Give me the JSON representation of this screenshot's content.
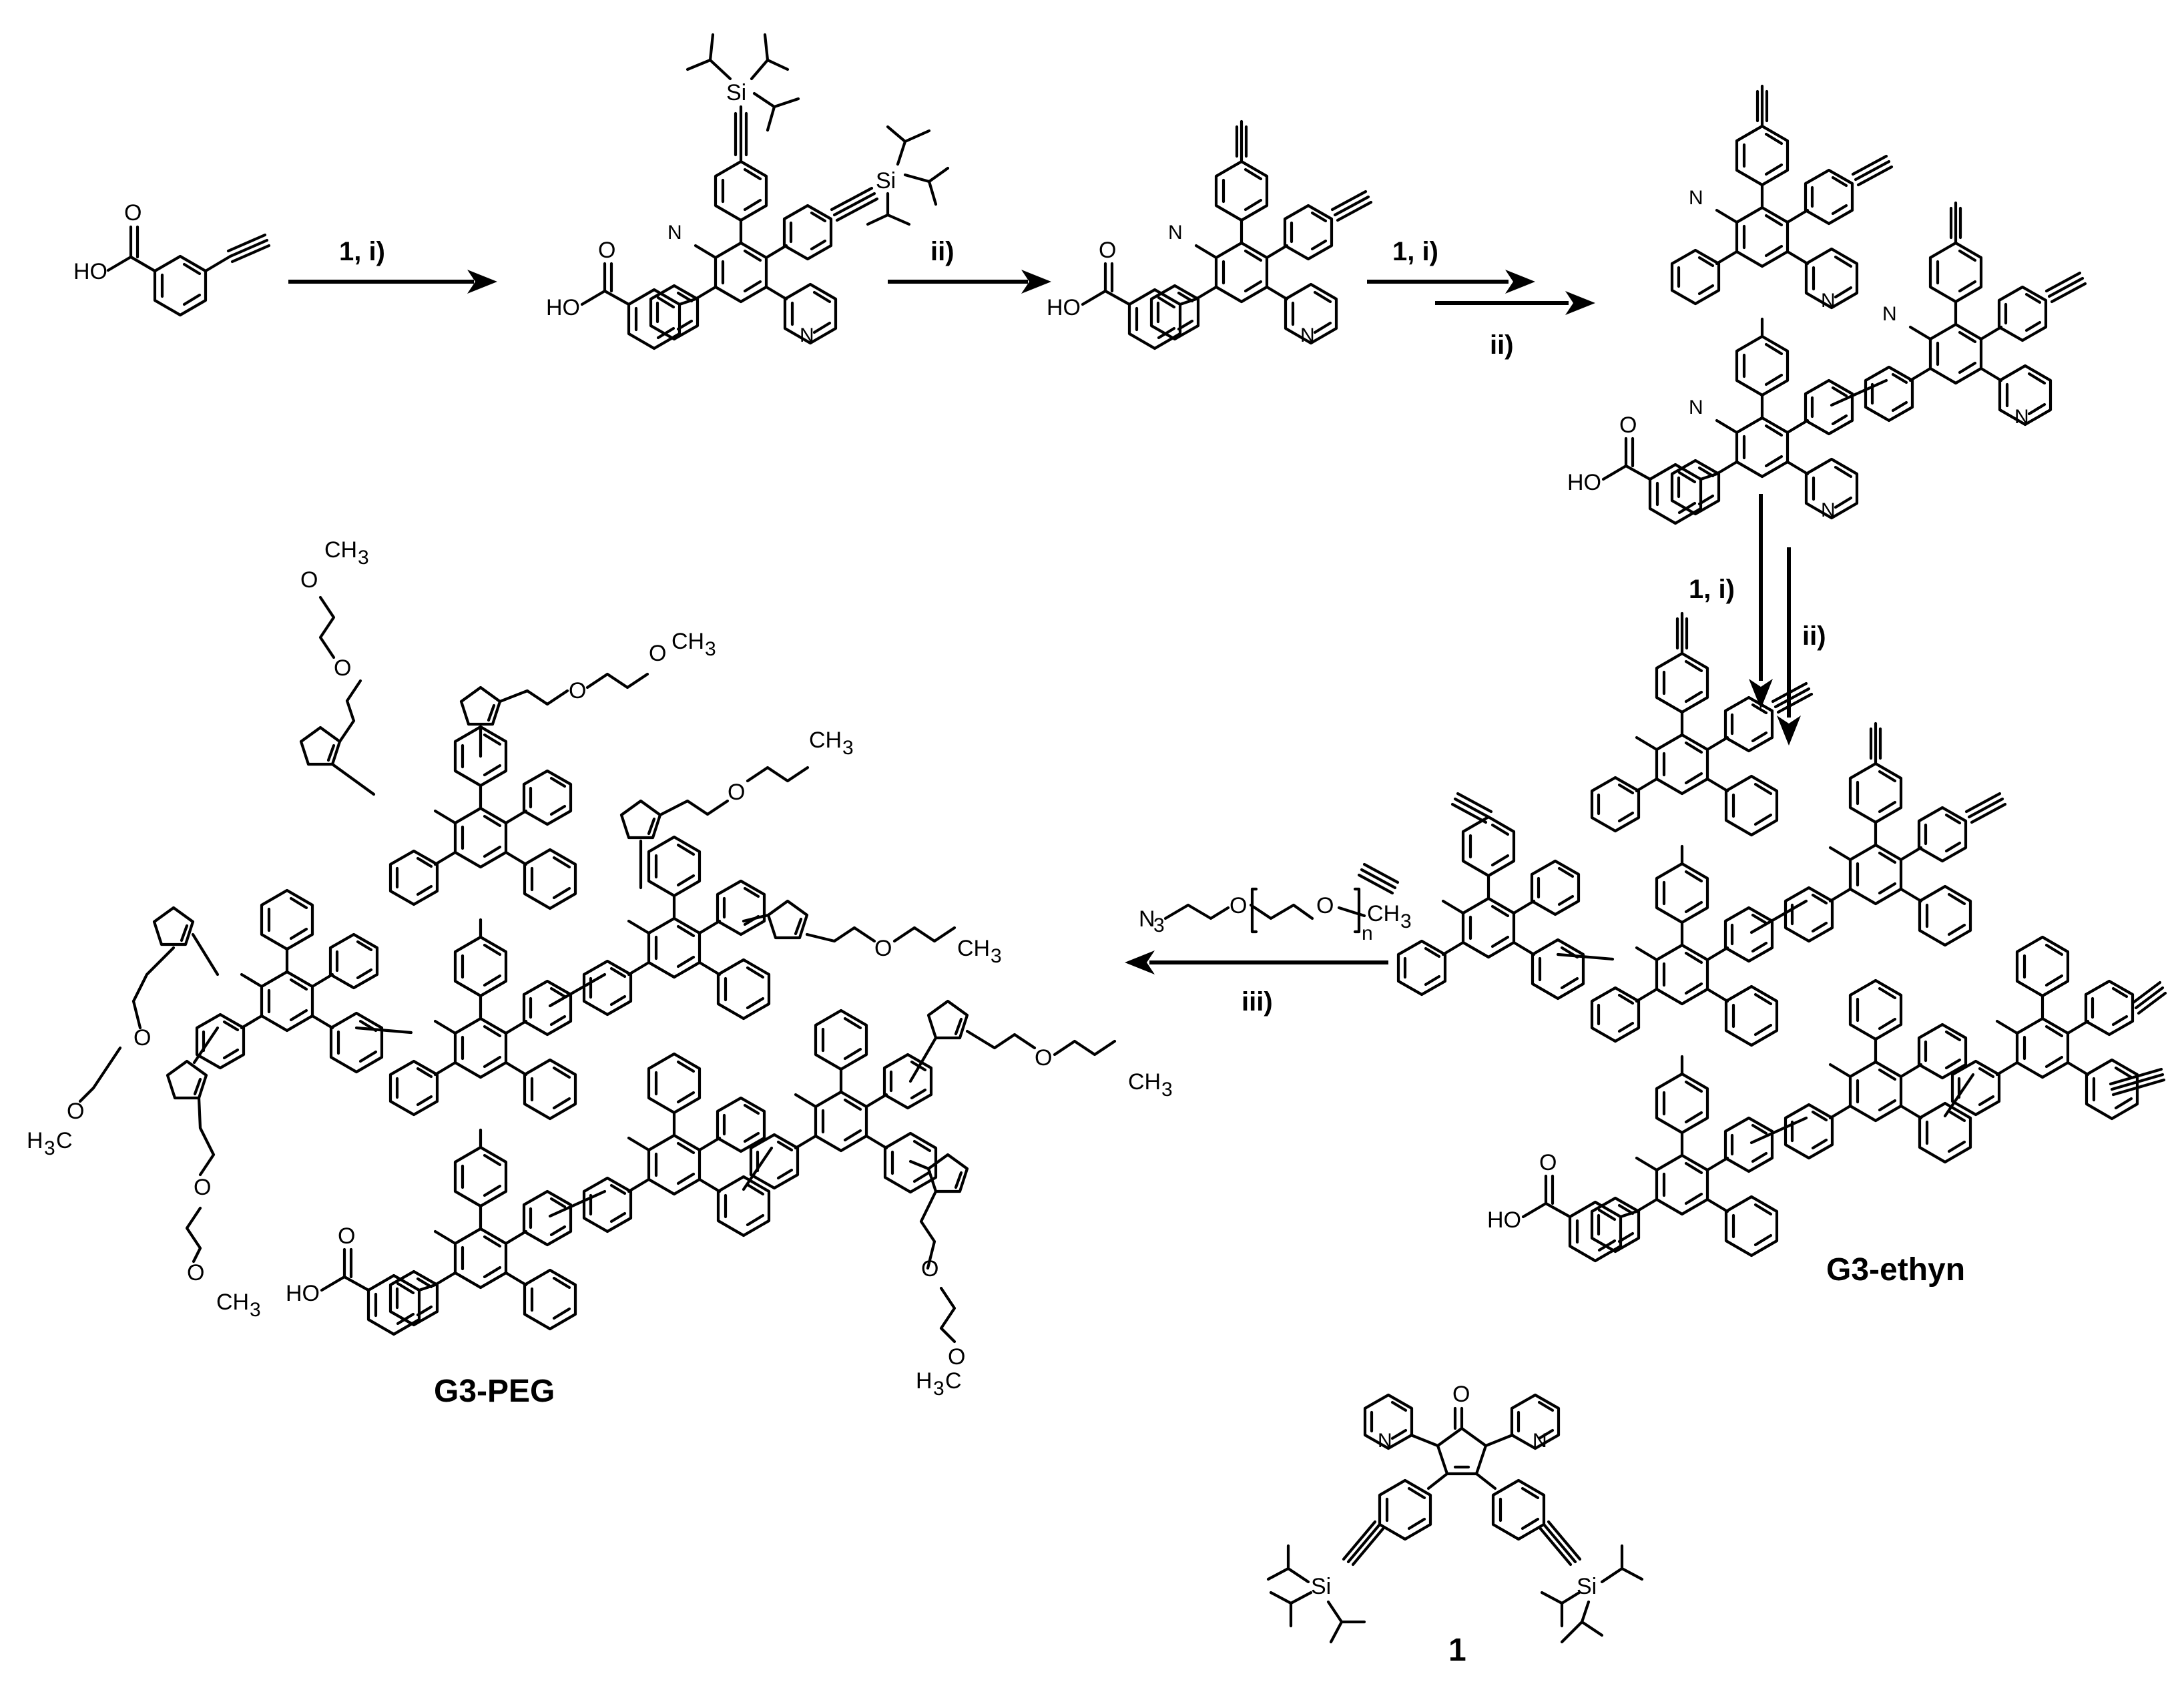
{
  "scheme": {
    "steps": {
      "s1": "1, i)",
      "s2": "ii)",
      "s3a": "1, i)",
      "s3b": "ii)",
      "s4a": "1, i)",
      "s4b": "ii)",
      "s5": "iii)"
    },
    "compounds": {
      "g3_ethyn": "G3-ethyn",
      "g3_peg": "G3-PEG",
      "reagent_1": "1"
    },
    "reagent_formula": {
      "azide": "N",
      "azide_sub": "3",
      "ch3": "CH",
      "ch3_sub": "3",
      "oxygen": "O",
      "repeat": "n"
    },
    "atoms": {
      "hydroxyl": "HO",
      "oxygen": "O",
      "nitrogen": "N",
      "silicon": "Si",
      "methyl": "CH",
      "methyl_sub": "3",
      "methyl_left": "H",
      "methyl_left_sub": "3",
      "methyl_left_c": "C",
      "repeat": "n"
    }
  }
}
